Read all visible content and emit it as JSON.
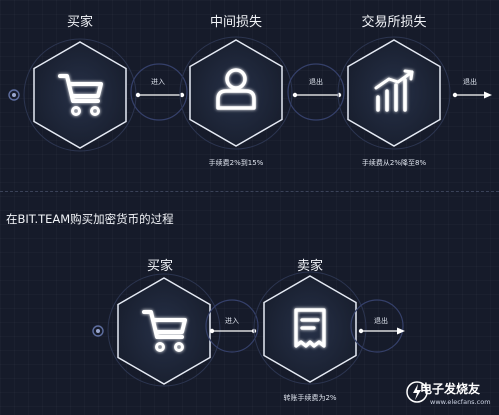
{
  "top_flow": {
    "nodes": [
      {
        "label": "买家",
        "icon": "cart-icon"
      },
      {
        "label": "中间损失",
        "icon": "person-icon"
      },
      {
        "label": "交易所损失",
        "icon": "bar-chart-icon"
      }
    ],
    "connectors": [
      "进入",
      "退出",
      "退出"
    ],
    "notes": [
      "手续费2%到15%",
      "手续费从2%降至8%"
    ]
  },
  "caption": "在BIT.TEAM购买加密货币的过程",
  "bottom_flow": {
    "nodes": [
      {
        "label": "买家",
        "icon": "cart-icon"
      },
      {
        "label": "卖家",
        "icon": "receipt-icon"
      }
    ],
    "connectors": [
      "进入",
      "退出"
    ],
    "notes": [
      "转账手续费为2%"
    ]
  },
  "watermark": {
    "title": "电子发烧友",
    "url": "www.elecfans.com"
  },
  "colors": {
    "background": "#161b2a",
    "line": "#ffffff",
    "accent_ring": "#4a5a8a"
  }
}
